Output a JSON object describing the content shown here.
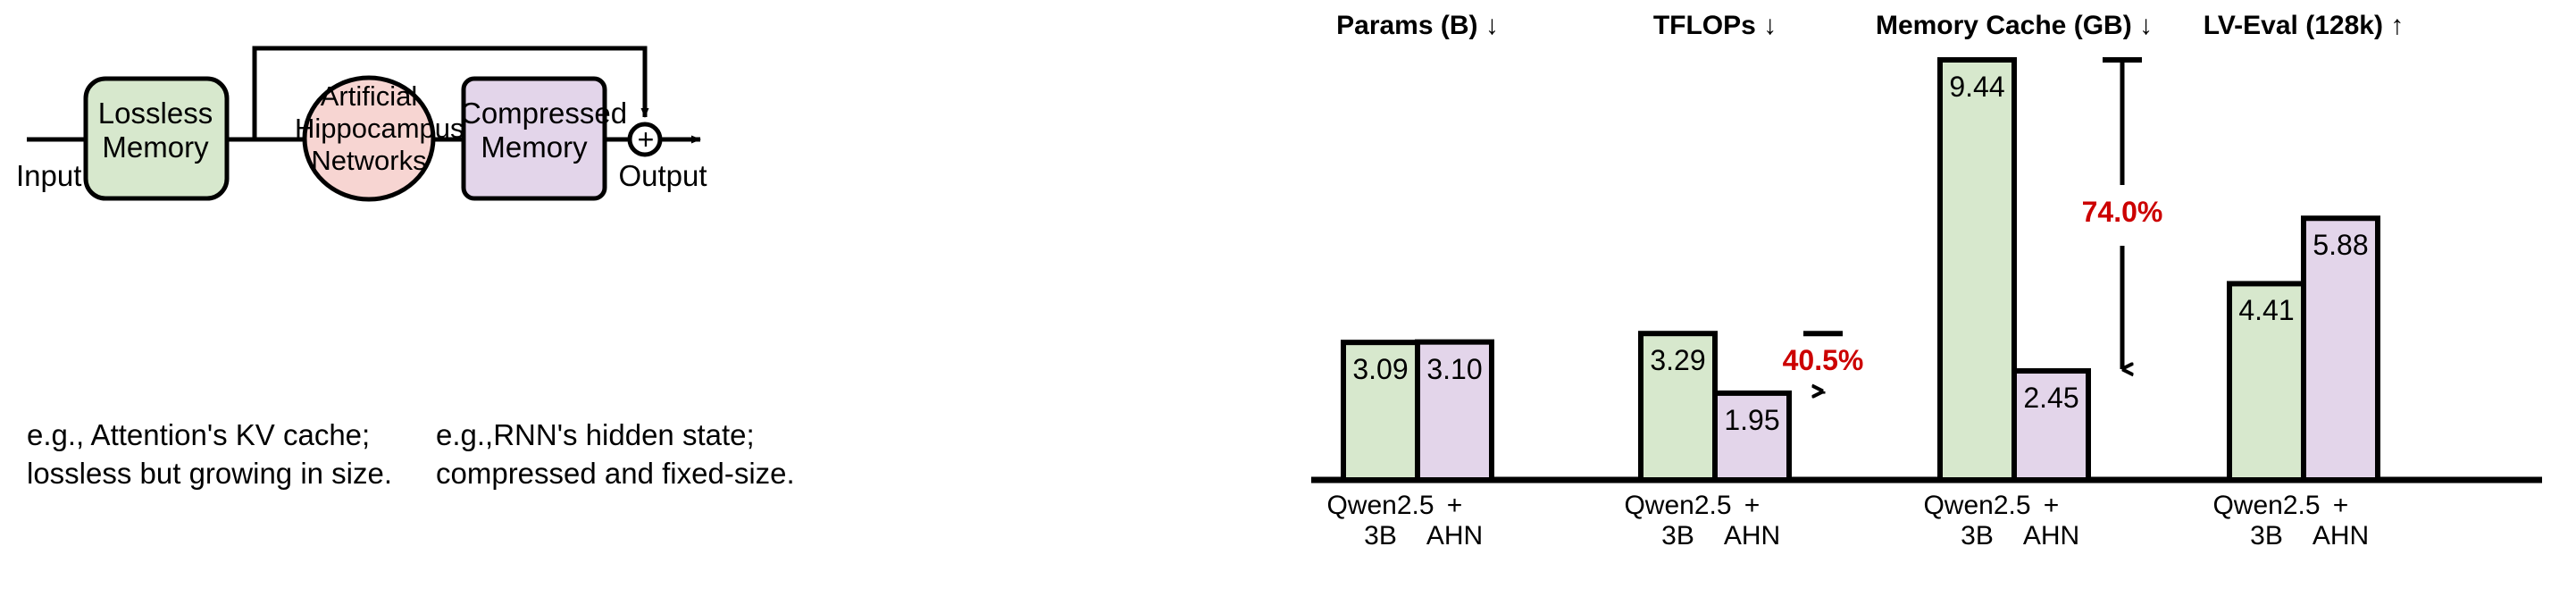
{
  "figure": {
    "background": "#ffffff",
    "stroke": "#000000",
    "green_fill": "#d7e8cd",
    "purple_fill": "#e3d5ea",
    "pink_fill": "#f7d5d2",
    "delta_color": "#cc0000"
  },
  "diagram": {
    "input_label": "Input",
    "output_label": "Output",
    "sum_symbol": "+",
    "nodes": [
      {
        "id": "lossless-memory",
        "label": "Lossless\nMemory",
        "shape": "rounded-rect",
        "fill": "#d7e8cd"
      },
      {
        "id": "artificial-hippocampus-networks",
        "label": "Artificial\nHippocampus\nNetworks",
        "shape": "ellipse",
        "fill": "#f7d5d2"
      },
      {
        "id": "compressed-memory",
        "label": "Compressed\nMemory",
        "shape": "rounded-rect",
        "fill": "#e3d5ea"
      }
    ],
    "captions": [
      {
        "id": "caption-lossless",
        "text": "e.g., Attention's KV cache;\nlossless but growing in size."
      },
      {
        "id": "caption-compressed",
        "text": "e.g.,RNN's hidden state;\ncompressed and fixed-size."
      }
    ]
  },
  "chart_data": {
    "type": "bar",
    "title": "",
    "xlabel": "",
    "ylabel": "",
    "grid": false,
    "legend": "none",
    "categories": [
      "Qwen2.5\n3B",
      "+\nAHN"
    ],
    "series": [
      {
        "name": "Qwen2.5 3B",
        "color": "#d7e8cd"
      },
      {
        "name": "+ AHN",
        "color": "#e3d5ea"
      }
    ],
    "groups": [
      {
        "id": "params",
        "title": "Params (B) ↓",
        "better": "lower",
        "ylim": [
          0,
          9.44
        ],
        "bars": [
          {
            "category": "Qwen2.5\n3B",
            "value": 3.09,
            "label": "3.09",
            "color": "#d7e8cd"
          },
          {
            "category": "+\nAHN",
            "value": 3.1,
            "label": "3.10",
            "color": "#e3d5ea"
          }
        ],
        "annotation": null
      },
      {
        "id": "tflops",
        "title": "TFLOPs ↓",
        "better": "lower",
        "ylim": [
          0,
          9.44
        ],
        "bars": [
          {
            "category": "Qwen2.5\n3B",
            "value": 3.29,
            "label": "3.29",
            "color": "#d7e8cd"
          },
          {
            "category": "+\nAHN",
            "value": 1.95,
            "label": "1.95",
            "color": "#e3d5ea"
          }
        ],
        "annotation": {
          "text": "40.5%",
          "direction": "down",
          "color": "#cc0000"
        }
      },
      {
        "id": "memory-cache",
        "title": "Memory Cache (GB) ↓",
        "better": "lower",
        "ylim": [
          0,
          9.44
        ],
        "bars": [
          {
            "category": "Qwen2.5\n3B",
            "value": 9.44,
            "label": "9.44",
            "color": "#d7e8cd"
          },
          {
            "category": "+\nAHN",
            "value": 2.45,
            "label": "2.45",
            "color": "#e3d5ea"
          }
        ],
        "annotation": {
          "text": "74.0%",
          "direction": "down",
          "color": "#cc0000"
        }
      },
      {
        "id": "lv-eval",
        "title": "LV-Eval (128k) ↑",
        "better": "higher",
        "ylim": [
          0,
          9.44
        ],
        "bars": [
          {
            "category": "Qwen2.5\n3B",
            "value": 4.41,
            "label": "4.41",
            "color": "#d7e8cd"
          },
          {
            "category": "+\nAHN",
            "value": 5.88,
            "label": "5.88",
            "color": "#e3d5ea"
          }
        ],
        "annotation": null
      }
    ]
  }
}
